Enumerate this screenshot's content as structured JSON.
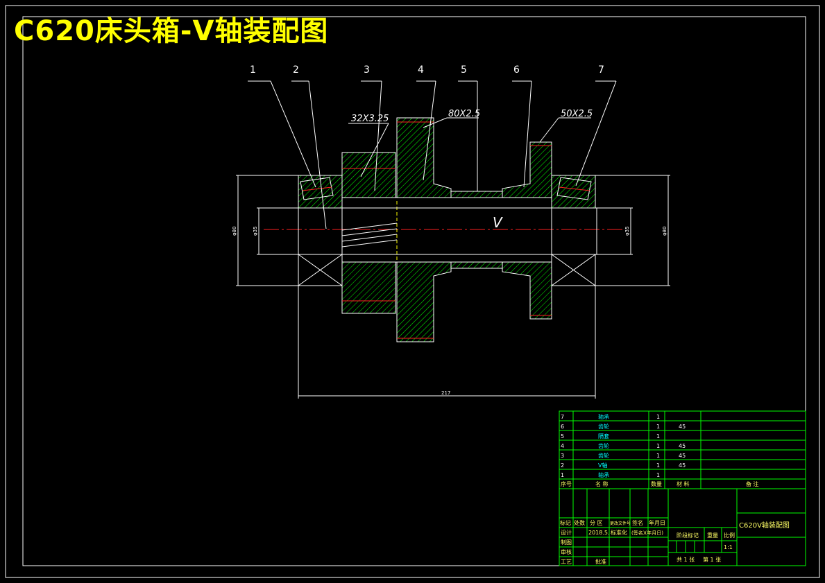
{
  "drawing": {
    "title": "C620床头箱-V轴装配图",
    "shaft_label": "V",
    "part_numbers": [
      "1",
      "2",
      "3",
      "4",
      "5",
      "6",
      "7"
    ],
    "gear_specs": [
      "32X3.25",
      "80X2.5",
      "50X2.5"
    ],
    "dimensions": {
      "left_dia": "φ80",
      "left_bore": "φ35",
      "right_bore": "φ35",
      "right_dia": "φ80",
      "length": "217"
    },
    "colors": {
      "outline": "#ffffff",
      "hatch": "#00ff00",
      "centerline": "#ff2020",
      "title": "#ffff00",
      "table_text": "#00ffff"
    }
  },
  "bom": {
    "rows": [
      {
        "no": "7",
        "name": "轴承",
        "qty": "1",
        "material": "",
        "note": ""
      },
      {
        "no": "6",
        "name": "齿轮",
        "qty": "1",
        "material": "45",
        "note": ""
      },
      {
        "no": "5",
        "name": "隔套",
        "qty": "1",
        "material": "",
        "note": ""
      },
      {
        "no": "4",
        "name": "齿轮",
        "qty": "1",
        "material": "45",
        "note": ""
      },
      {
        "no": "3",
        "name": "齿轮",
        "qty": "1",
        "material": "45",
        "note": ""
      },
      {
        "no": "2",
        "name": "V轴",
        "qty": "1",
        "material": "45",
        "note": ""
      },
      {
        "no": "1",
        "name": "轴承",
        "qty": "1",
        "material": "",
        "note": ""
      }
    ],
    "header": {
      "no": "序号",
      "name": "名 称",
      "qty": "数量",
      "material": "材 料",
      "note": "备 注"
    }
  },
  "titleblock": {
    "r_mark": "标记",
    "r_count": "处数",
    "r_zone": "分 区",
    "r_doc": "更改文件号",
    "r_sign": "签名",
    "r_date": "年月日",
    "design": "设计",
    "design_date": "2018.5.",
    "std": "标准化",
    "sign_date": "(签名)(年月日)",
    "draw": "制图",
    "check": "审核",
    "craft": "工艺",
    "approve": "批准",
    "stage": "阶段标记",
    "weight": "重量",
    "scale": "比例",
    "scale_val": "1:1",
    "sheets": "共 1 张",
    "sheet": "第 1 张",
    "name": "C620V轴装配图"
  }
}
